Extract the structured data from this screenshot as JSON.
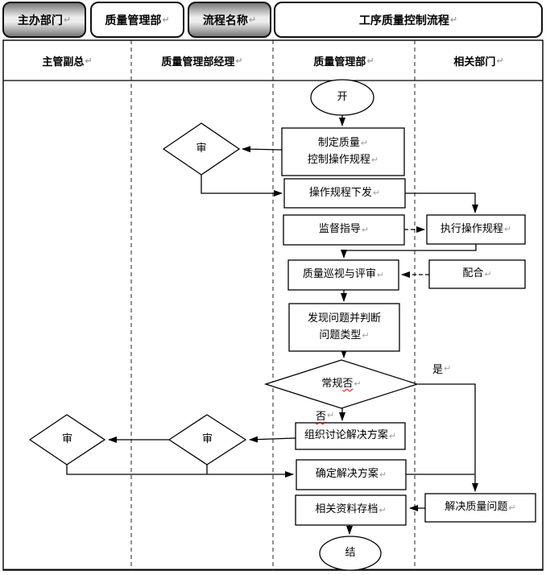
{
  "header": {
    "pills": [
      {
        "label": "主办部门",
        "style": "gray"
      },
      {
        "label": "质量管理部",
        "style": "white"
      },
      {
        "label": "流程名称",
        "style": "gray"
      },
      {
        "label": "工序质量控制流程",
        "style": "white"
      }
    ]
  },
  "lanes": [
    "主管副总",
    "质量管理部经理",
    "质量管理部",
    "相关部门"
  ],
  "marks": {
    "return_mark": "↵"
  },
  "nodes": {
    "start": "开",
    "make_regulation_line1": "制定质量",
    "make_regulation_line2": "控制操作规程",
    "review": "审",
    "issue_regulation": "操作规程下发",
    "supervise": "监督指导",
    "execute_regulation": "执行操作规程",
    "patrol_review": "质量巡视与评审",
    "cooperate": "配合",
    "find_problem_line1": "发现问题并判断",
    "find_problem_line2": "问题类型",
    "decision_prefix": "常规",
    "decision_suffix": "否",
    "branch_yes": "是",
    "branch_no": "否",
    "discuss_solution": "组织讨论解决方案",
    "confirm_solution": "确定解决方案",
    "archive_docs": "相关资料存档",
    "solve_problem": "解决质量问题",
    "end": "结"
  },
  "colors": {
    "line": "#000000",
    "misspell_underline": "#e00000",
    "return_mark": "#9f9f9f",
    "pill_gradient_edge": "#777777",
    "pill_gradient_center": "#ececec"
  }
}
